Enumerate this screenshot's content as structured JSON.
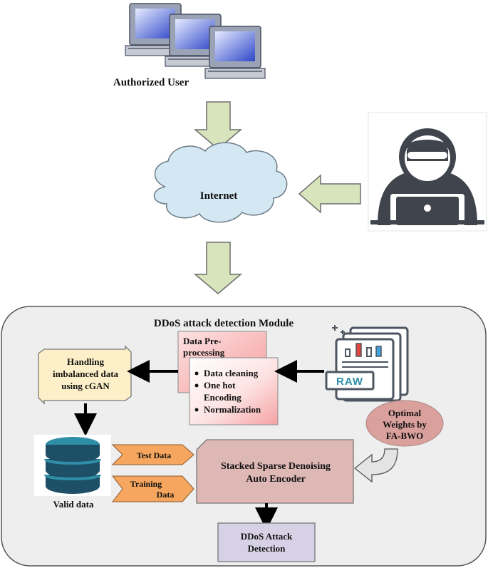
{
  "top": {
    "user_label": "Authorized User",
    "internet_label": "Internet"
  },
  "module": {
    "title": "DDoS attack detection Module",
    "preprocess": {
      "title_line1": "Data Pre-",
      "title_line2": "processing",
      "items": [
        "Data cleaning",
        "One hot",
        "Encoding",
        "Normalization"
      ]
    },
    "imbalance": {
      "line1": "Handling",
      "line2": "imbalanced data",
      "line3": "using cGAN"
    },
    "raw_label": "RAW",
    "optimal": {
      "line1": "Optimal",
      "line2": "Weights by",
      "line3": "FA-BWO"
    },
    "valid_label": "Valid data",
    "test_label": "Test Data",
    "training_line1": "Training",
    "training_line2": "Data",
    "ssdae": {
      "line1": "Stacked Sparse Denoising",
      "line2": "Auto Encoder"
    },
    "detection": {
      "line1": "DDoS Attack",
      "line2": "Detection"
    }
  },
  "colors": {
    "module_bg": "#eeeeee",
    "block_arrow": "#d8e4bc",
    "cloud": "#d3e8f3",
    "imbalance_box": "#fdf0c8",
    "preprocess_top": "#f9b7b9",
    "optimal_ellipse": "#d9a09c",
    "ssdae_box": "#deb8b5",
    "data_arrow": "#f6a65e",
    "db_dark": "#1d4f66",
    "db_light": "#2f8fa6",
    "detection_box": "#d7d1e5",
    "hacker": "#3f444d",
    "monitor_frame": "#8c96a8",
    "monitor_screen": "#3f5bd1"
  }
}
